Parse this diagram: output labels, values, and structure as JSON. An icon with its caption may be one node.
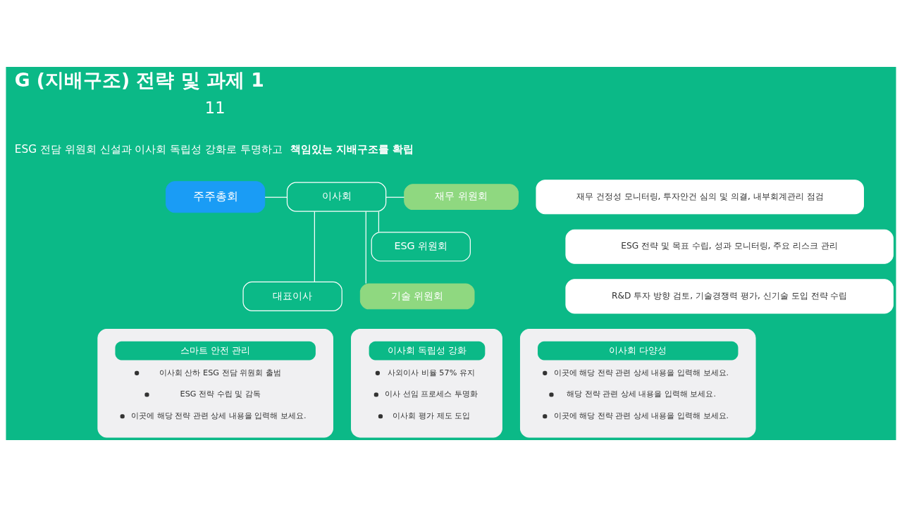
{
  "diagram": {
    "title": "G (지배구조) 전략 및 과제 1",
    "nodes": [
      {
        "text": [
          "주주총회"
        ]
      },
      {
        "text": [
          "이사회"
        ]
      },
      {
        "text": [
          "대표이사"
        ]
      },
      {
        "text": [
          "재무 위원회"
        ]
      },
      {
        "text": [
          "ESG 위원회"
        ]
      },
      {
        "text": [
          "기술 위원회"
        ]
      },
      {
        "text": [
          "재무 건정성 모니터링, 투자안건 심의 및 의결, 내부회계관리 점검"
        ]
      },
      {
        "text": [
          "ESG 전략 및 목표 수립, 성과 모니터링, 주요 리스크 관리"
        ]
      },
      {
        "text": [
          "R&D 투자 방향 검토, 기술경쟁력 평가, 신기술 도입 전략 수립"
        ]
      },
      {
        "text": [
          "스마트 안전 관리",
          "이사회 산하 ESG 전담 위원회 출범",
          "ESG 전략 수립 및 감독",
          "이곳에 해당 전략 관련 상세 내용을 입력해 보세요."
        ]
      },
      {
        "text": [
          "이사회 독립성 강화",
          "사외이사 비율 57% 유지",
          "이사 선임 프로세스 투명화",
          "이사회 평가 제도 도입"
        ]
      },
      {
        "text": [
          "이사회 다양성",
          "이곳에 해당 전략 관련 상세 내용을 입력해 보세요.",
          "해당 전략 관련 상세 내용을 입력해 보세요.",
          "이곳에 해당 전략 관련 상세 내용을 입력해 보세요."
        ]
      }
    ],
    "edges": [
      {
        "from": 0,
        "to": 1,
        "arrow": "none"
      },
      {
        "from": 1,
        "to": 2,
        "arrow": "none"
      },
      {
        "from": 1,
        "to": 3,
        "arrow": "none"
      },
      {
        "from": 1,
        "to": 4,
        "arrow": "none"
      },
      {
        "from": 1,
        "to": 5,
        "arrow": "none"
      }
    ],
    "labels": [
      "11",
      "ESG 전담 위원회 신설과 이사회 독립성 강화로 투명하고 **책임있는 지배구조를 확립**"
    ]
  }
}
